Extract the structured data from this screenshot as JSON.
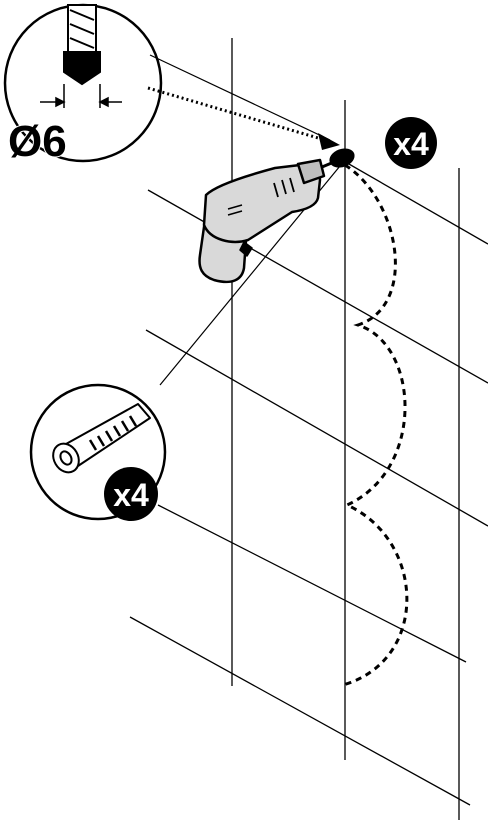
{
  "drill_bit": {
    "diameter_label": "Ø6"
  },
  "drill_hole_badge": {
    "quantity_label": "x4"
  },
  "wall_plug_badge": {
    "quantity_label": "x4"
  },
  "colors": {
    "line": "#000000",
    "badge_fill": "#000000",
    "badge_text": "#ffffff",
    "tool_fill": "#d9d9d9",
    "background": "#ffffff"
  }
}
